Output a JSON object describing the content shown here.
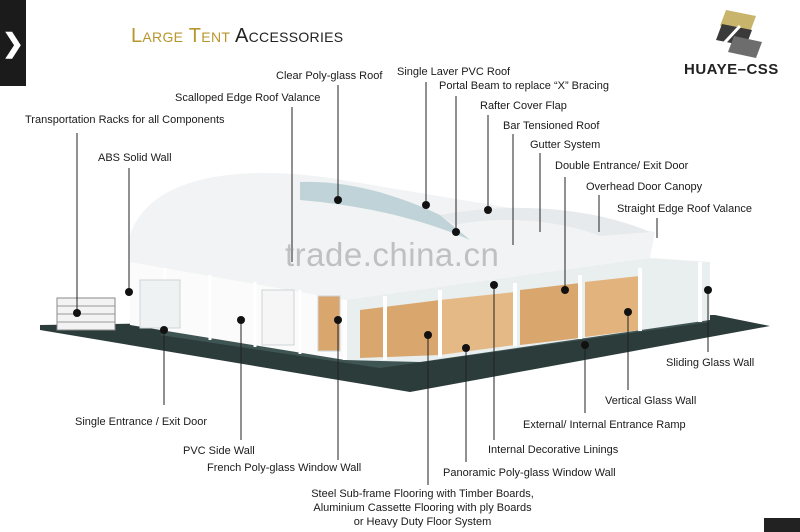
{
  "header": {
    "title_accent": "Large Tent",
    "title_rest": "Accessories",
    "brand": "HUAYE–CSS",
    "nav_glyph": "❯"
  },
  "watermark": "trade.china.cn",
  "labels": {
    "clear_poly_glass_roof": "Clear Poly-glass Roof",
    "single_layer_pvc_roof": "Single Laver PVC Roof",
    "portal_beam": "Portal Beam to replace “X” Bracing",
    "scalloped_edge": "Scalloped Edge Roof Valance",
    "rafter_cover_flap": "Rafter Cover Flap",
    "transportation_racks": "Transportation  Racks for all Components",
    "bar_tensioned_roof": "Bar Tensioned Roof",
    "gutter_system": "Gutter System",
    "abs_solid_wall": "ABS Solid Wall",
    "double_entrance": "Double Entrance/ Exit Door",
    "overhead_canopy": "Overhead Door Canopy",
    "straight_edge": "Straight Edge Roof Valance",
    "sliding_glass_wall": "Sliding Glass Wall",
    "vertical_glass_wall": "Vertical Glass Wall",
    "single_entrance": "Single Entrance / Exit Door",
    "entrance_ramp": "External/ Internal Entrance Ramp",
    "pvc_side_wall": "PVC Side Wall",
    "internal_linings": "Internal Decorative Linings",
    "french_window_wall": "French Poly-glass Window Wall",
    "panoramic_window_wall": "Panoramic Poly-glass Window Wall",
    "flooring_line1": "Steel Sub-frame Flooring with Timber Boards,",
    "flooring_line2": "Aluminium Cassette Flooring with ply Boards",
    "flooring_line3": "or Heavy Duty Floor System"
  },
  "colors": {
    "accent": "#b8962e",
    "floor": "#2c3c3a",
    "timber": "#d9a66e"
  }
}
